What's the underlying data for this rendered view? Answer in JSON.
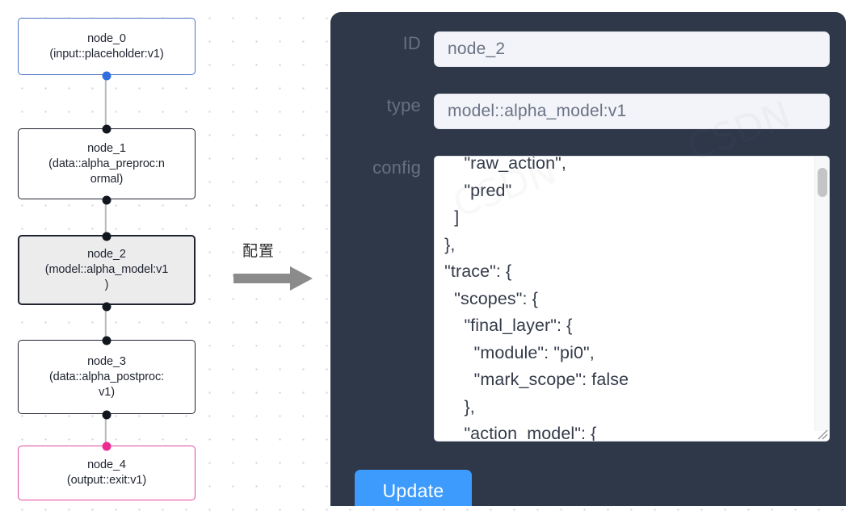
{
  "graph": {
    "nodes": [
      {
        "id": "node_0",
        "title": "node_0",
        "subtitle": "(input::placeholder:v1)",
        "style": "blue",
        "selected": false
      },
      {
        "id": "node_1",
        "title": "node_1",
        "subtitle": "(data::alpha_preproc:n\normal)",
        "style": "plain",
        "selected": false
      },
      {
        "id": "node_2",
        "title": "node_2",
        "subtitle": "(model::alpha_model:v1\n)",
        "style": "plain",
        "selected": true
      },
      {
        "id": "node_3",
        "title": "node_3",
        "subtitle": "(data::alpha_postproc:\nv1)",
        "style": "plain",
        "selected": false
      },
      {
        "id": "node_4",
        "title": "node_4",
        "subtitle": "(output::exit:v1)",
        "style": "pink",
        "selected": false
      }
    ],
    "colors": {
      "blue_border": "#4a72c4",
      "pink_border": "#e0479e",
      "default_border": "#1f2430",
      "selected_fill": "#ececec",
      "edge": "#b6b9bf",
      "handle": "#12161f"
    }
  },
  "annotation": {
    "label": "配置",
    "arrow_color": "#8b8b8b"
  },
  "panel": {
    "background": "#2e3849",
    "fields": [
      {
        "key": "id",
        "label": "ID",
        "value": "node_2"
      },
      {
        "key": "type",
        "label": "type",
        "value": "model::alpha_model:v1"
      },
      {
        "key": "config",
        "label": "config",
        "value": "      \"raw_action\",\n      \"pred\"\n    ]\n  },\n  \"trace\": {\n    \"scopes\": {\n      \"final_layer\": {\n        \"module\": \"pi0\",\n        \"mark_scope\": false\n      },\n      \"action_model\": {"
      }
    ],
    "update_label": "Update",
    "accent": "#3d9bfd",
    "label_color": "#68707e",
    "input_background": "#f3f4f9",
    "input_text_color": "#6a7284"
  }
}
